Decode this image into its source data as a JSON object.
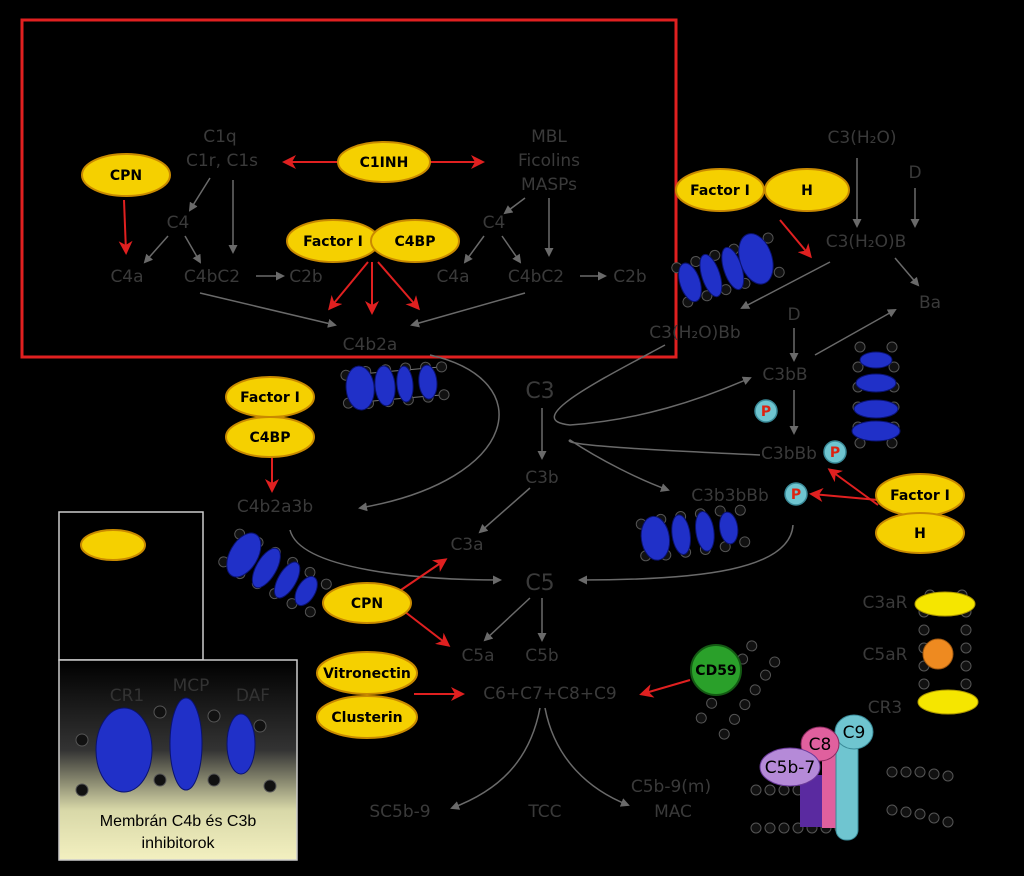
{
  "labels": {
    "c1q": "C1q",
    "c1r_c1s": "C1r, C1s",
    "mbl": "MBL",
    "ficolins": "Ficolins",
    "masps": "MASPs",
    "c4_left": "C4",
    "c4_right": "C4",
    "c4a_left": "C4a",
    "c4a_right": "C4a",
    "c4bc2_left": "C4bC2",
    "c4bc2_right": "C4bC2",
    "c2b_left": "C2b",
    "c2b_right": "C2b",
    "c4b2a": "C4b2a",
    "c3h2o": "C3(H₂O)",
    "d_top": "D",
    "c3h2ob": "C3(H₂O)B",
    "ba": "Ba",
    "c3h2obb": "C3(H₂O)Bb",
    "d_mid": "D",
    "c3bb": "C3bB",
    "c3": "C3",
    "c3b": "C3b",
    "c3bbb": "C3bBb",
    "c3b3bbb": "C3b3bBb",
    "c4b2a3b": "C4b2a3b",
    "c3a": "C3a",
    "c5": "C5",
    "c5a": "C5a",
    "c5b": "C5b",
    "c6_c9": "C6+C7+C8+C9",
    "sc5b9": "SC5b-9",
    "tcc": "TCC",
    "c5b9m": "C5b-9(m)",
    "mac": "MAC",
    "c3ar": "C3aR",
    "c5ar": "C5aR",
    "cr3": "CR3"
  },
  "pills": {
    "cpn_top": "CPN",
    "c1inh": "C1INH",
    "factor_i_top": "Factor I",
    "c4bp_top": "C4BP",
    "factor_i_right_top": "Factor I",
    "h_right_top": "H",
    "factor_i_mid": "Factor I",
    "c4bp_mid": "C4BP",
    "cpn_bottom": "CPN",
    "factor_i_right_bottom": "Factor I",
    "h_right_bottom": "H",
    "vitronectin": "Vitronectin",
    "clusterin": "Clusterin",
    "cd59": "CD59",
    "p1": "P",
    "p2": "P",
    "p3": "P"
  },
  "mac_parts": {
    "c5b7": "C5b-7",
    "c8": "C8",
    "c9": "C9"
  },
  "legend": {
    "cr1": "CR1",
    "mcp": "MCP",
    "daf": "DAF",
    "caption_line1": "Membrán C4b és C3b",
    "caption_line2": "inhibitorok"
  },
  "colors": {
    "pill_fill": "#f5d000",
    "pill_stroke": "#c98a00",
    "receptor_blue": "#2030c8",
    "highlight_red": "#e02020",
    "cd59_green": "#2aa02a",
    "c5ar_orange": "#ee8a20",
    "c8_pink": "#e0609e",
    "c9_teal": "#6fc5d0",
    "c5b7_purple": "#b58ad8",
    "properdin_blue": "#6fc5d0",
    "legend_bg": "#f3f0c0"
  }
}
